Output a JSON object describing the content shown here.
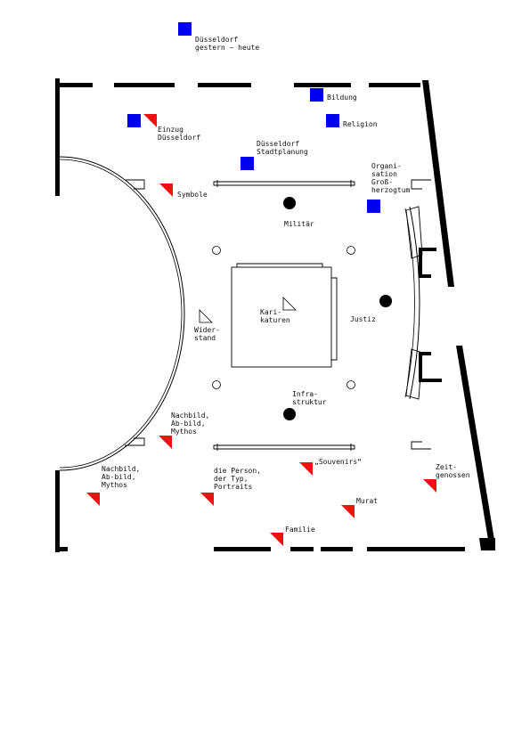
{
  "colors": {
    "wall": "#000000",
    "blue_marker": "#0000ee",
    "red_marker": "#ee1111",
    "background": "#ffffff"
  },
  "labels": {
    "duesseldorf_gestern_heute": [
      "Düsseldorf",
      "gestern – heute"
    ],
    "bildung": [
      "Bildung"
    ],
    "religion": [
      "Religion"
    ],
    "einzug_duesseldorf": [
      "Einzug",
      "Düsseldorf"
    ],
    "duesseldorf_stadtplanung": [
      "Düsseldorf",
      "Stadtplanung"
    ],
    "organisation": [
      "Organi-",
      "sation",
      "Groß-",
      "herzogtum"
    ],
    "symbole": [
      "Symbole"
    ],
    "militaer": [
      "Militär"
    ],
    "karikaturen": [
      "Kari-",
      "katuren"
    ],
    "justiz": [
      "Justiz"
    ],
    "widerstand": [
      "Wider-",
      "stand"
    ],
    "infrastruktur": [
      "Infra-",
      "struktur"
    ],
    "nachbild_inner": [
      "Nachbild,",
      "Ab-bild,",
      "Mythos"
    ],
    "nachbild_outer": [
      "Nachbild,",
      "Ab-bild,",
      "Mythos"
    ],
    "die_person": [
      "die Person,",
      "der Typ,",
      "Portraits"
    ],
    "souvenirs": [
      "„Souvenirs“"
    ],
    "zeitgenossen": [
      "Zeit-",
      "genossen"
    ],
    "murat": [
      "Murat"
    ],
    "familie": [
      "Familie"
    ]
  }
}
